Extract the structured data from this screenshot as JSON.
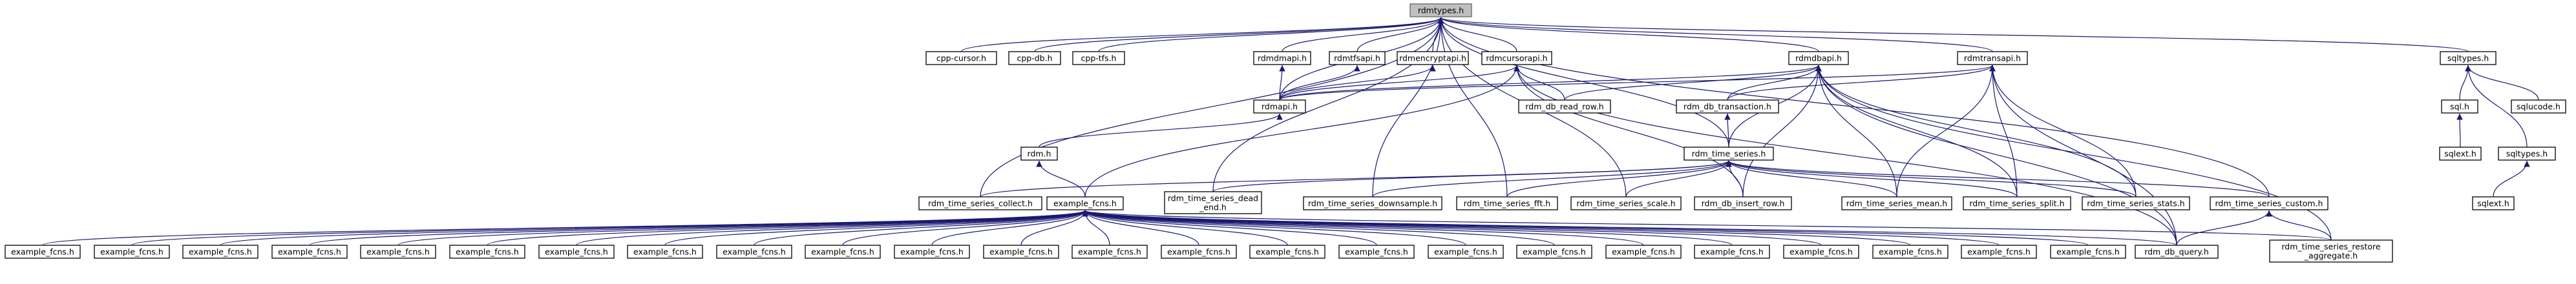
{
  "graph": {
    "root": "rdmtypes.h",
    "nodes": [
      {
        "id": "rdmtypes",
        "label": [
          "rdmtypes.h"
        ],
        "root": true
      },
      {
        "id": "cpp_cursor",
        "label": [
          "cpp-cursor.h"
        ]
      },
      {
        "id": "cpp_db",
        "label": [
          "cpp-db.h"
        ]
      },
      {
        "id": "cpp_tfs",
        "label": [
          "cpp-tfs.h"
        ]
      },
      {
        "id": "rdmdmapi",
        "label": [
          "rdmdmapi.h"
        ]
      },
      {
        "id": "rdmtfsapi",
        "label": [
          "rdmtfsapi.h"
        ]
      },
      {
        "id": "rdmencryptapi",
        "label": [
          "rdmencryptapi.h"
        ]
      },
      {
        "id": "rdmcursorapi",
        "label": [
          "rdmcursorapi.h"
        ]
      },
      {
        "id": "rdmdbapi",
        "label": [
          "rdmdbapi.h"
        ]
      },
      {
        "id": "rdmtransapi",
        "label": [
          "rdmtransapi.h"
        ]
      },
      {
        "id": "sqltypes",
        "label": [
          "sqltypes.h"
        ]
      },
      {
        "id": "rdmapi",
        "label": [
          "rdmapi.h"
        ]
      },
      {
        "id": "read_row",
        "label": [
          "rdm_db_read_row.h"
        ]
      },
      {
        "id": "db_transaction",
        "label": [
          "rdm_db_transaction.h"
        ]
      },
      {
        "id": "sql",
        "label": [
          "sql.h"
        ]
      },
      {
        "id": "sqlucode",
        "label": [
          "sqlucode.h"
        ]
      },
      {
        "id": "rdm",
        "label": [
          "rdm.h"
        ]
      },
      {
        "id": "time_series",
        "label": [
          "rdm_time_series.h"
        ]
      },
      {
        "id": "sqlext_left",
        "label": [
          "sqlext.h"
        ]
      },
      {
        "id": "sqltypes2",
        "label": [
          "sqltypes.h"
        ]
      },
      {
        "id": "example_top",
        "label": [
          "example_fcns.h"
        ]
      },
      {
        "id": "ts_collect",
        "label": [
          "rdm_time_series_collect.h"
        ]
      },
      {
        "id": "ts_deadend",
        "label": [
          "rdm_time_series_dead",
          "_end.h"
        ]
      },
      {
        "id": "ts_downsample",
        "label": [
          "rdm_time_series_downsample.h"
        ]
      },
      {
        "id": "ts_fft",
        "label": [
          "rdm_time_series_fft.h"
        ]
      },
      {
        "id": "ts_scale",
        "label": [
          "rdm_time_series_scale.h"
        ]
      },
      {
        "id": "insert_row",
        "label": [
          "rdm_db_insert_row.h"
        ]
      },
      {
        "id": "ts_mean",
        "label": [
          "rdm_time_series_mean.h"
        ]
      },
      {
        "id": "ts_split",
        "label": [
          "rdm_time_series_split.h"
        ]
      },
      {
        "id": "ts_stats",
        "label": [
          "rdm_time_series_stats.h"
        ]
      },
      {
        "id": "ts_custom",
        "label": [
          "rdm_time_series_custom.h"
        ]
      },
      {
        "id": "sqlext_right",
        "label": [
          "sqlext.h"
        ]
      },
      {
        "id": "db_query",
        "label": [
          "rdm_db_query.h"
        ]
      },
      {
        "id": "ts_restore",
        "label": [
          "rdm_time_series_restore",
          "_aggregate.h"
        ]
      },
      {
        "id": "ex1",
        "label": [
          "example_fcns.h"
        ]
      },
      {
        "id": "ex2",
        "label": [
          "example_fcns.h"
        ]
      },
      {
        "id": "ex3",
        "label": [
          "example_fcns.h"
        ]
      },
      {
        "id": "ex4",
        "label": [
          "example_fcns.h"
        ]
      },
      {
        "id": "ex5",
        "label": [
          "example_fcns.h"
        ]
      },
      {
        "id": "ex6",
        "label": [
          "example_fcns.h"
        ]
      },
      {
        "id": "ex7",
        "label": [
          "example_fcns.h"
        ]
      },
      {
        "id": "ex8",
        "label": [
          "example_fcns.h"
        ]
      },
      {
        "id": "ex9",
        "label": [
          "example_fcns.h"
        ]
      },
      {
        "id": "ex10",
        "label": [
          "example_fcns.h"
        ]
      },
      {
        "id": "ex11",
        "label": [
          "example_fcns.h"
        ]
      },
      {
        "id": "ex12",
        "label": [
          "example_fcns.h"
        ]
      },
      {
        "id": "ex13",
        "label": [
          "example_fcns.h"
        ]
      },
      {
        "id": "ex14",
        "label": [
          "example_fcns.h"
        ]
      },
      {
        "id": "ex15",
        "label": [
          "example_fcns.h"
        ]
      },
      {
        "id": "ex16",
        "label": [
          "example_fcns.h"
        ]
      },
      {
        "id": "ex17",
        "label": [
          "example_fcns.h"
        ]
      },
      {
        "id": "ex18",
        "label": [
          "example_fcns.h"
        ]
      },
      {
        "id": "ex19",
        "label": [
          "example_fcns.h"
        ]
      },
      {
        "id": "ex20",
        "label": [
          "example_fcns.h"
        ]
      },
      {
        "id": "ex21",
        "label": [
          "example_fcns.h"
        ]
      },
      {
        "id": "ex22",
        "label": [
          "example_fcns.h"
        ]
      },
      {
        "id": "ex23",
        "label": [
          "example_fcns.h"
        ]
      },
      {
        "id": "ex24",
        "label": [
          "example_fcns.h"
        ]
      }
    ],
    "edges": [
      [
        "cpp_cursor",
        "rdmtypes"
      ],
      [
        "cpp_db",
        "rdmtypes"
      ],
      [
        "cpp_tfs",
        "rdmtypes"
      ],
      [
        "rdmdmapi",
        "rdmtypes"
      ],
      [
        "rdmtfsapi",
        "rdmtypes"
      ],
      [
        "rdmencryptapi",
        "rdmtypes"
      ],
      [
        "rdmcursorapi",
        "rdmtypes"
      ],
      [
        "rdmdbapi",
        "rdmtypes"
      ],
      [
        "rdmtransapi",
        "rdmtypes"
      ],
      [
        "sqltypes",
        "rdmtypes"
      ],
      [
        "rdmapi",
        "rdmtypes"
      ],
      [
        "time_series",
        "rdmtypes"
      ],
      [
        "ts_collect",
        "rdmtypes"
      ],
      [
        "ts_deadend",
        "rdmtypes"
      ],
      [
        "ts_downsample",
        "rdmtypes"
      ],
      [
        "ts_fft",
        "rdmtypes"
      ],
      [
        "ts_scale",
        "rdmtypes"
      ],
      [
        "ts_custom",
        "rdmtypes"
      ],
      [
        "rdmapi",
        "rdmdmapi"
      ],
      [
        "rdmapi",
        "rdmtfsapi"
      ],
      [
        "rdmapi",
        "rdmencryptapi"
      ],
      [
        "rdmapi",
        "rdmcursorapi"
      ],
      [
        "rdmapi",
        "rdmdbapi"
      ],
      [
        "rdmapi",
        "rdmtransapi"
      ],
      [
        "read_row",
        "rdmcursorapi"
      ],
      [
        "insert_row",
        "rdmcursorapi"
      ],
      [
        "db_query",
        "rdmcursorapi"
      ],
      [
        "example_top",
        "rdmcursorapi"
      ],
      [
        "read_row",
        "rdmdbapi"
      ],
      [
        "db_transaction",
        "rdmdbapi"
      ],
      [
        "time_series",
        "rdmdbapi"
      ],
      [
        "insert_row",
        "rdmdbapi"
      ],
      [
        "ts_mean",
        "rdmdbapi"
      ],
      [
        "ts_split",
        "rdmdbapi"
      ],
      [
        "ts_stats",
        "rdmdbapi"
      ],
      [
        "ts_restore",
        "rdmdbapi"
      ],
      [
        "db_query",
        "rdmdbapi"
      ],
      [
        "db_transaction",
        "rdmtransapi"
      ],
      [
        "ts_mean",
        "rdmtransapi"
      ],
      [
        "ts_split",
        "rdmtransapi"
      ],
      [
        "ts_stats",
        "rdmtransapi"
      ],
      [
        "db_query",
        "rdmtransapi"
      ],
      [
        "sql",
        "sqltypes"
      ],
      [
        "sqlucode",
        "sqltypes"
      ],
      [
        "sqltypes2",
        "sqltypes"
      ],
      [
        "rdm",
        "rdmapi"
      ],
      [
        "example_top",
        "rdm"
      ],
      [
        "time_series",
        "db_transaction"
      ],
      [
        "sqlext_left",
        "sql"
      ],
      [
        "sqlext_right",
        "sqltypes2"
      ],
      [
        "ts_collect",
        "time_series"
      ],
      [
        "ts_deadend",
        "time_series"
      ],
      [
        "ts_downsample",
        "time_series"
      ],
      [
        "ts_fft",
        "time_series"
      ],
      [
        "ts_scale",
        "time_series"
      ],
      [
        "insert_row",
        "time_series"
      ],
      [
        "ts_mean",
        "time_series"
      ],
      [
        "ts_split",
        "time_series"
      ],
      [
        "ts_stats",
        "time_series"
      ],
      [
        "ts_custom",
        "time_series"
      ],
      [
        "db_query",
        "ts_custom"
      ],
      [
        "ts_restore",
        "ts_custom"
      ],
      [
        "ex1",
        "example_top"
      ],
      [
        "ex2",
        "example_top"
      ],
      [
        "ex3",
        "example_top"
      ],
      [
        "ex4",
        "example_top"
      ],
      [
        "ex5",
        "example_top"
      ],
      [
        "ex6",
        "example_top"
      ],
      [
        "ex7",
        "example_top"
      ],
      [
        "ex8",
        "example_top"
      ],
      [
        "ex9",
        "example_top"
      ],
      [
        "ex10",
        "example_top"
      ],
      [
        "ex11",
        "example_top"
      ],
      [
        "ex12",
        "example_top"
      ],
      [
        "ex13",
        "example_top"
      ],
      [
        "ex14",
        "example_top"
      ],
      [
        "ex15",
        "example_top"
      ],
      [
        "ex16",
        "example_top"
      ],
      [
        "ex17",
        "example_top"
      ],
      [
        "ex18",
        "example_top"
      ],
      [
        "ex19",
        "example_top"
      ],
      [
        "ex20",
        "example_top"
      ],
      [
        "ex21",
        "example_top"
      ],
      [
        "ex22",
        "example_top"
      ],
      [
        "ex23",
        "example_top"
      ],
      [
        "ex24",
        "example_top"
      ],
      [
        "db_query",
        "example_top"
      ],
      [
        "ts_restore",
        "example_top"
      ]
    ]
  }
}
